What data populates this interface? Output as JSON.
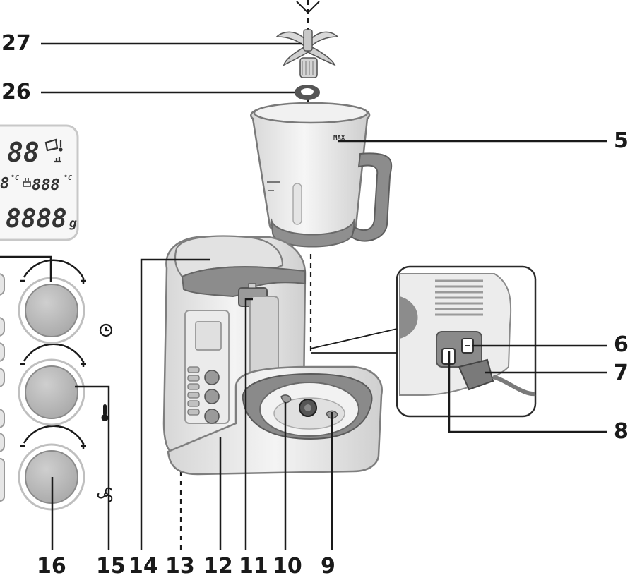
{
  "callouts": {
    "c27": "27",
    "c26": "26",
    "c5": "5",
    "c6": "6",
    "c7": "7",
    "c8": "8",
    "c9": "9",
    "c10": "10",
    "c11": "11",
    "c12": "12",
    "c13": "13",
    "c14": "14",
    "c15": "15",
    "c16": "16"
  },
  "display": {
    "row1": "88",
    "row2_left": "8",
    "row2_right": "888",
    "row3": "8888",
    "unit_c": "°C",
    "unit_g": "g",
    "jug_max": "MAX"
  },
  "icons": {
    "timer": "clock-icon",
    "temperature": "thermometer-icon",
    "speed": "fan-icon",
    "power_switch": "switch-icon",
    "alert": "pot-alert-icon"
  },
  "colors": {
    "line": "#1a1a1a",
    "appliance_light": "#e8e8e8",
    "appliance_mid": "#c4c4c4",
    "appliance_dark": "#8c8c8c",
    "knob": "#b9b9b9"
  }
}
